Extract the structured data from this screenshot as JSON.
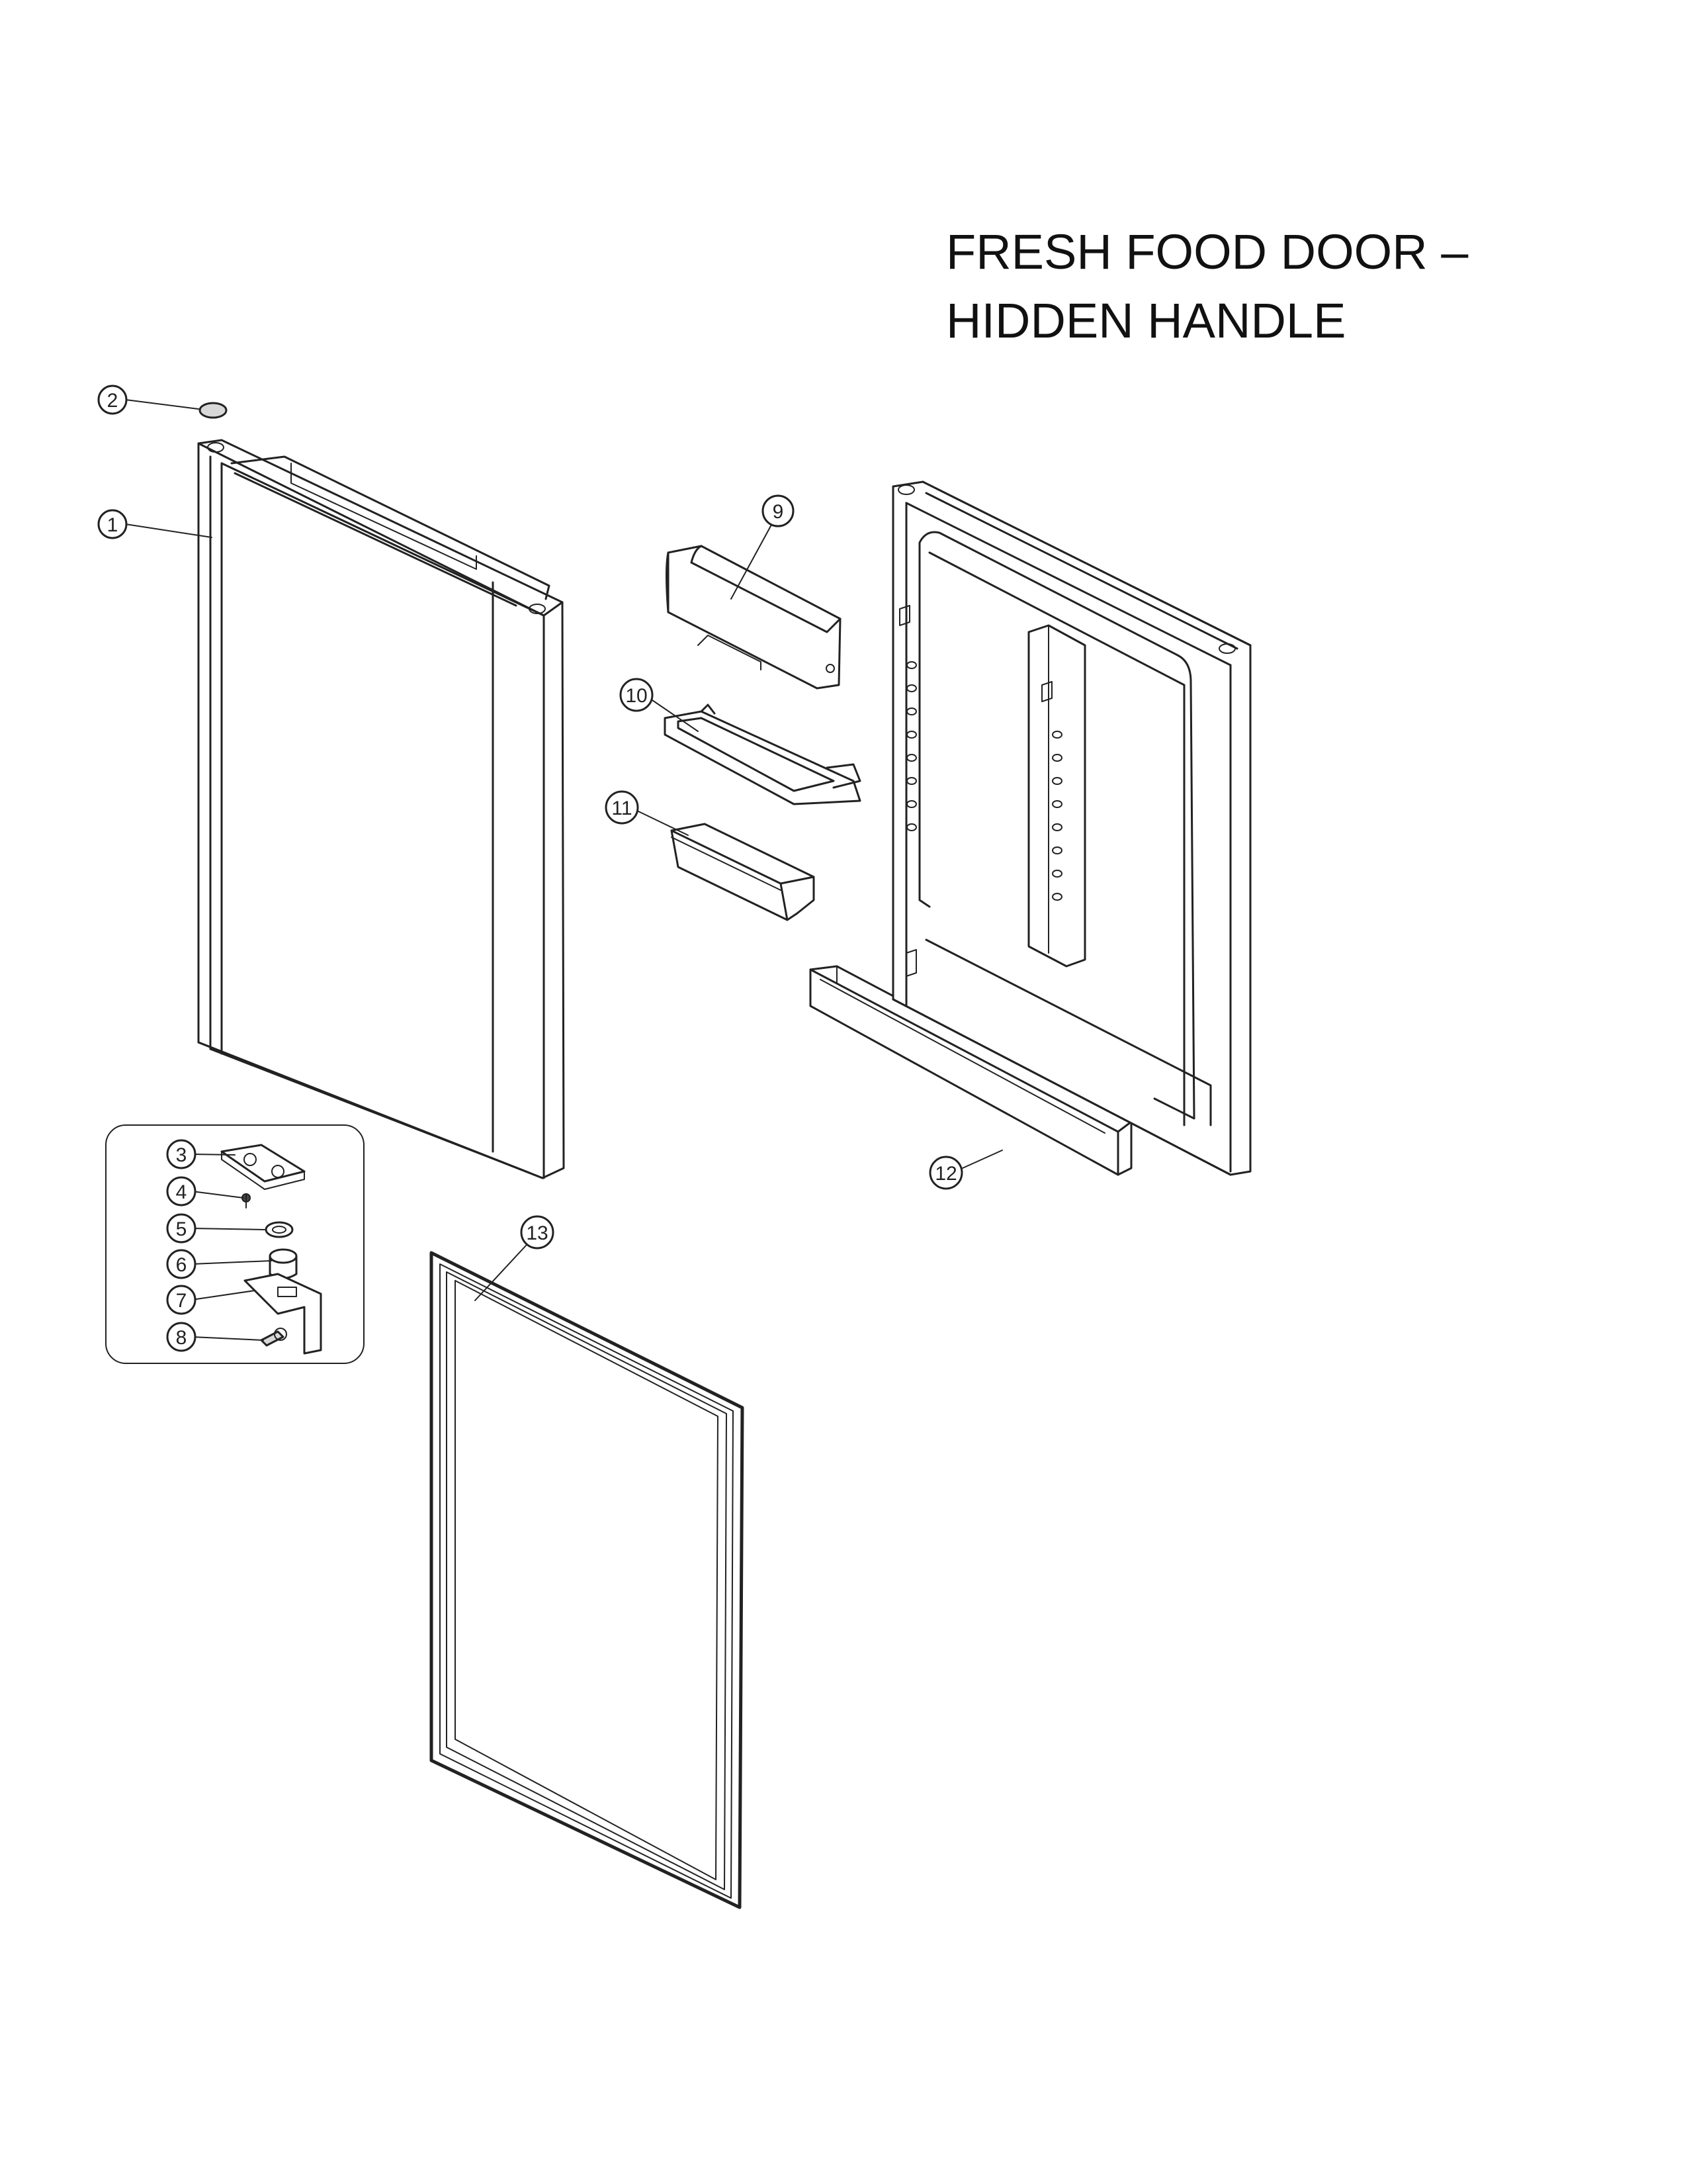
{
  "title": {
    "line1": "FRESH FOOD DOOR –",
    "line2": "HIDDEN HANDLE"
  },
  "callouts": [
    "1",
    "2",
    "3",
    "4",
    "5",
    "6",
    "7",
    "8",
    "9",
    "10",
    "11",
    "12",
    "13"
  ],
  "colors": {
    "line": "#222222",
    "background": "#ffffff",
    "shade": "#d8d8d8"
  }
}
